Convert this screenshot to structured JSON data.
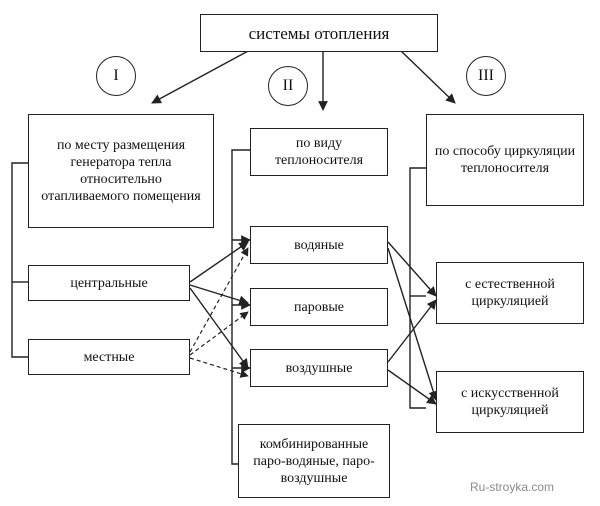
{
  "root": {
    "label": "системы отопления"
  },
  "groups": [
    {
      "numeral": "I",
      "label": "по месту размещения генератора тепла относительно отапливаемого помещения"
    },
    {
      "numeral": "II",
      "label": "по виду теплоносителя"
    },
    {
      "numeral": "III",
      "label": "по способу циркуляции теплоносителя"
    }
  ],
  "placement": [
    {
      "label": "центральные"
    },
    {
      "label": "местные"
    }
  ],
  "carrier": [
    {
      "label": "водяные"
    },
    {
      "label": "паровые"
    },
    {
      "label": "воздушные"
    },
    {
      "label": "комбинированные паро-водяные, паро-воздушные"
    }
  ],
  "circulation": [
    {
      "label": "с естественной циркуляцией"
    },
    {
      "label": "с искусственной циркуляцией"
    }
  ],
  "watermark": "Ru-stroyka.com"
}
